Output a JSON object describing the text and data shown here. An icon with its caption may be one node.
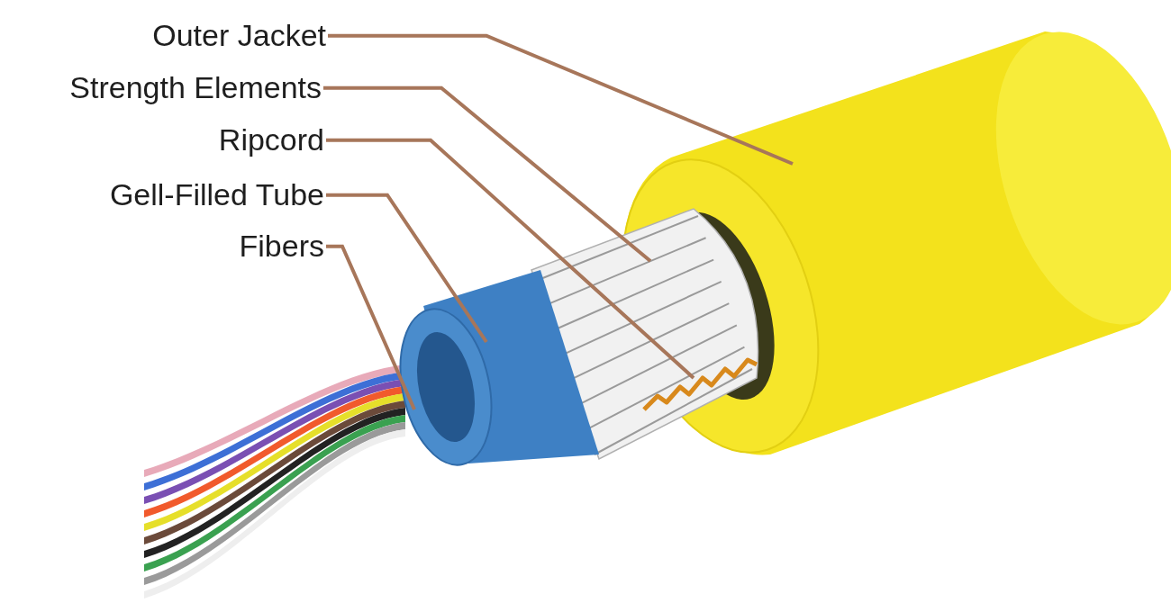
{
  "diagram": {
    "nodes": [
      {
        "text": [
          "Outer Jacket"
        ]
      },
      {
        "text": [
          "Strength Elements"
        ]
      },
      {
        "text": [
          "Ripcord"
        ]
      },
      {
        "text": [
          "Gell-Filled Tube"
        ]
      },
      {
        "text": [
          "Fibers"
        ]
      },
      {
        "text": [],
        "shape": "picture"
      },
      {
        "text": [],
        "shape": "picture"
      },
      {
        "text": [],
        "shape": "picture"
      },
      {
        "text": [],
        "shape": "picture"
      },
      {
        "text": [],
        "shape": "picture"
      }
    ],
    "edges": [
      {
        "from": 0,
        "to": 5,
        "arrow": "none"
      },
      {
        "from": 1,
        "to": 6,
        "arrow": "none"
      },
      {
        "from": 2,
        "to": 7,
        "arrow": "none"
      },
      {
        "from": 3,
        "to": 8,
        "arrow": "none"
      },
      {
        "from": 4,
        "to": 9,
        "arrow": "none"
      }
    ]
  }
}
